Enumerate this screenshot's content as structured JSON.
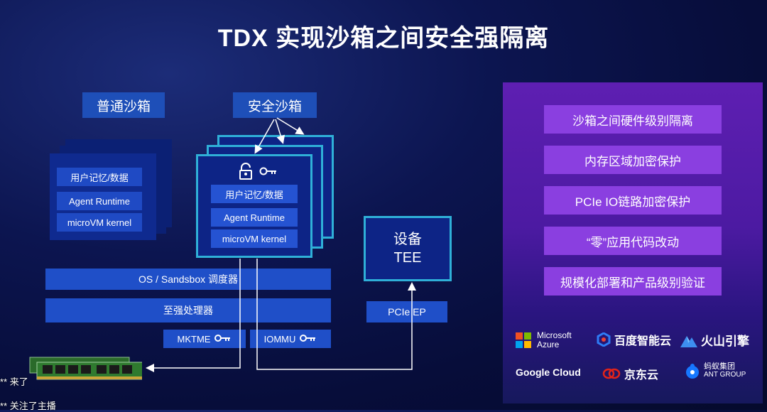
{
  "title": "TDX 实现沙箱之间安全强隔离",
  "standard_sandbox": {
    "header": "普通沙箱",
    "items": [
      "用户记忆/数据",
      "Agent Runtime",
      "microVM kernel"
    ]
  },
  "secure_sandbox": {
    "header": "安全沙箱",
    "items": [
      "用户记忆/数据",
      "Agent Runtime",
      "microVM kernel"
    ]
  },
  "os_bar": "OS / Sandsbox 调度器",
  "cpu_bar": "至强处理器",
  "mktme": "MKTME",
  "iommu": "IOMMU",
  "device_tee": {
    "line1": "设备",
    "line2": "TEE"
  },
  "pcie_ep": "PCIe EP",
  "features": [
    "沙箱之间硬件级别隔离",
    "内存区域加密保护",
    "PCIe IO链路加密保护",
    "“零”应用代码改动",
    "规模化部署和产品级别验证"
  ],
  "logos": {
    "microsoft_line1": "Microsoft",
    "microsoft_line2": "Azure",
    "baidu": "百度智能云",
    "volcano": "火山引擎",
    "google": "Google Cloud",
    "jd": "京东云",
    "ant_line1": "蚂蚁集团",
    "ant_line2": "ANT GROUP"
  },
  "chat": [
    "** 来了",
    "** 关注了主播"
  ],
  "colors": {
    "background": "#070d3a",
    "accent_cyan": "#2fb0d8",
    "box_blue": "#1f4fc8",
    "panel_purple": "#5e1fb2",
    "feature_purple": "#8a3fe0"
  }
}
